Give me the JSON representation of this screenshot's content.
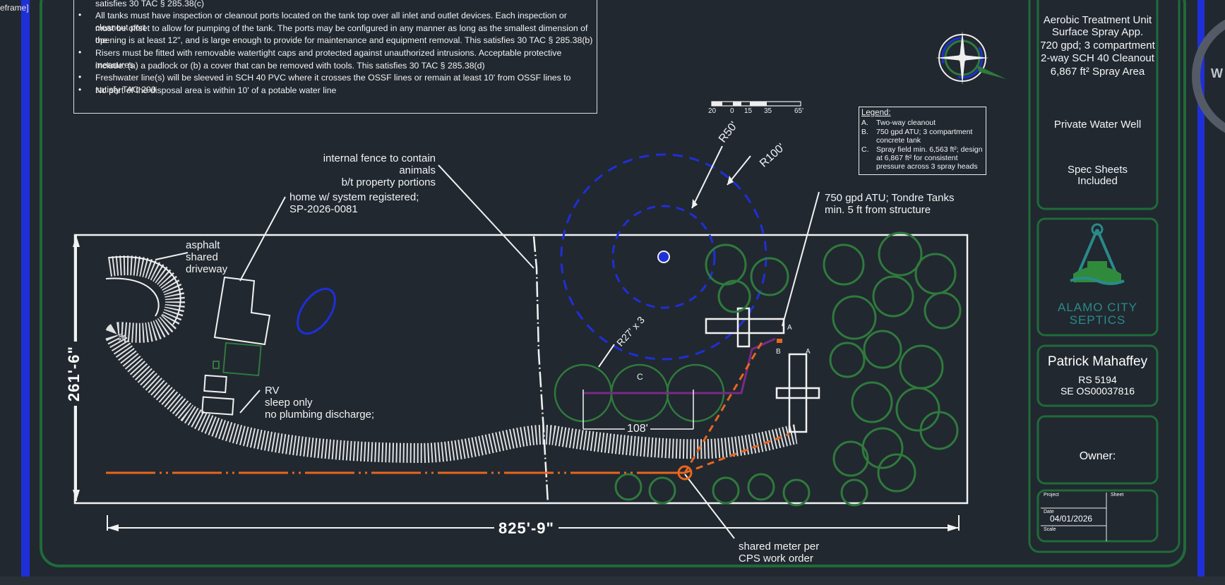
{
  "frame_label": "eframe]",
  "notes": {
    "lines": [
      {
        "bullet": false,
        "text": "satisfies 30 TAC § 285.38(c)"
      },
      {
        "bullet": true,
        "text": "All tanks must have inspection or cleanout ports located on the tank top over all inlet and outlet devices. Each inspection or cleanout port"
      },
      {
        "bullet": false,
        "text": "must be offset to allow for pumping of the tank. The ports may be configured in any manner as long as the smallest dimension of the"
      },
      {
        "bullet": false,
        "text": "opening is at least 12\", and is large enough to provide for maintenance and equipment removal. This satisfies 30 TAC § 285.38(b)"
      },
      {
        "bullet": true,
        "text": "Risers must be fitted with removable watertight caps and protected against unauthorized intrusions. Acceptable protective measures"
      },
      {
        "bullet": false,
        "text": "include: (a) a padlock or (b) a cover that can be removed with tools. This satisfies 30 TAC § 285.38(d)"
      },
      {
        "bullet": true,
        "text": "Freshwater line(s) will be sleeved in SCH 40 PVC where it crosses the OSSF lines or remain at least 10' from OSSF lines to satisfy TAC 290"
      },
      {
        "bullet": true,
        "text": "No part of the disposal area is within 10' of a potable water line"
      }
    ]
  },
  "scale_bar": {
    "labels": [
      "20",
      "0",
      "15",
      "35",
      "65'"
    ]
  },
  "legend": {
    "title": "Legend:",
    "items": [
      {
        "key": "A.",
        "lines": [
          "Two-way cleanout"
        ]
      },
      {
        "key": "B.",
        "lines": [
          "750 gpd ATU; 3 compartment",
          "concrete tank"
        ]
      },
      {
        "key": "C.",
        "lines": [
          "Spray field min. 6,563 ft²; design",
          "at 6,867 ft² for consistent",
          "pressure across 3 spray heads"
        ]
      }
    ]
  },
  "annotations": {
    "fence": [
      "internal fence to contain animals",
      "b/t property portions"
    ],
    "home": [
      "home w/ system registered;",
      "SP-2026-0081"
    ],
    "driveway": [
      "asphalt",
      "shared",
      "driveway"
    ],
    "rv": [
      "RV",
      "sleep only",
      "no plumbing discharge;"
    ],
    "atu": [
      "750 gpd ATU; Tondre Tanks",
      "min. 5 ft from structure"
    ],
    "meter": [
      "shared meter per",
      "CPS work order"
    ],
    "r50": "R50'",
    "r100": "R100'",
    "r27": "R27' x 3",
    "spray_c": "C",
    "len108": "108'",
    "label_a1": "A",
    "label_a2": "A",
    "label_b": "B"
  },
  "dimensions": {
    "width": "825'-9\"",
    "height": "261'-6\""
  },
  "title_block": {
    "system": [
      "Aerobic Treatment Unit",
      "Surface Spray App.",
      "720 gpd; 3 compartment",
      "2-way SCH 40 Cleanout",
      "6,867 ft² Spray Area"
    ],
    "water": "Private Water Well",
    "spec": [
      "Spec Sheets",
      "Included"
    ],
    "company": [
      "ALAMO CITY",
      "SEPTICS"
    ],
    "designer": {
      "name": "Patrick Mahaffey",
      "rs": "RS 5194",
      "se": "SE OS00037816"
    },
    "owner_label": "Owner:",
    "project_label": "Project",
    "sheet_label": "Sheet",
    "date_label": "Date",
    "date": "04/01/2026",
    "scale_label": "Scale"
  },
  "viewcube_label": "W",
  "colors": {
    "blue": "#1f2fd8",
    "green": "#1f6b39",
    "tree": "#2f7a3c",
    "orange": "#e8661e",
    "purple": "#7a2a86"
  }
}
